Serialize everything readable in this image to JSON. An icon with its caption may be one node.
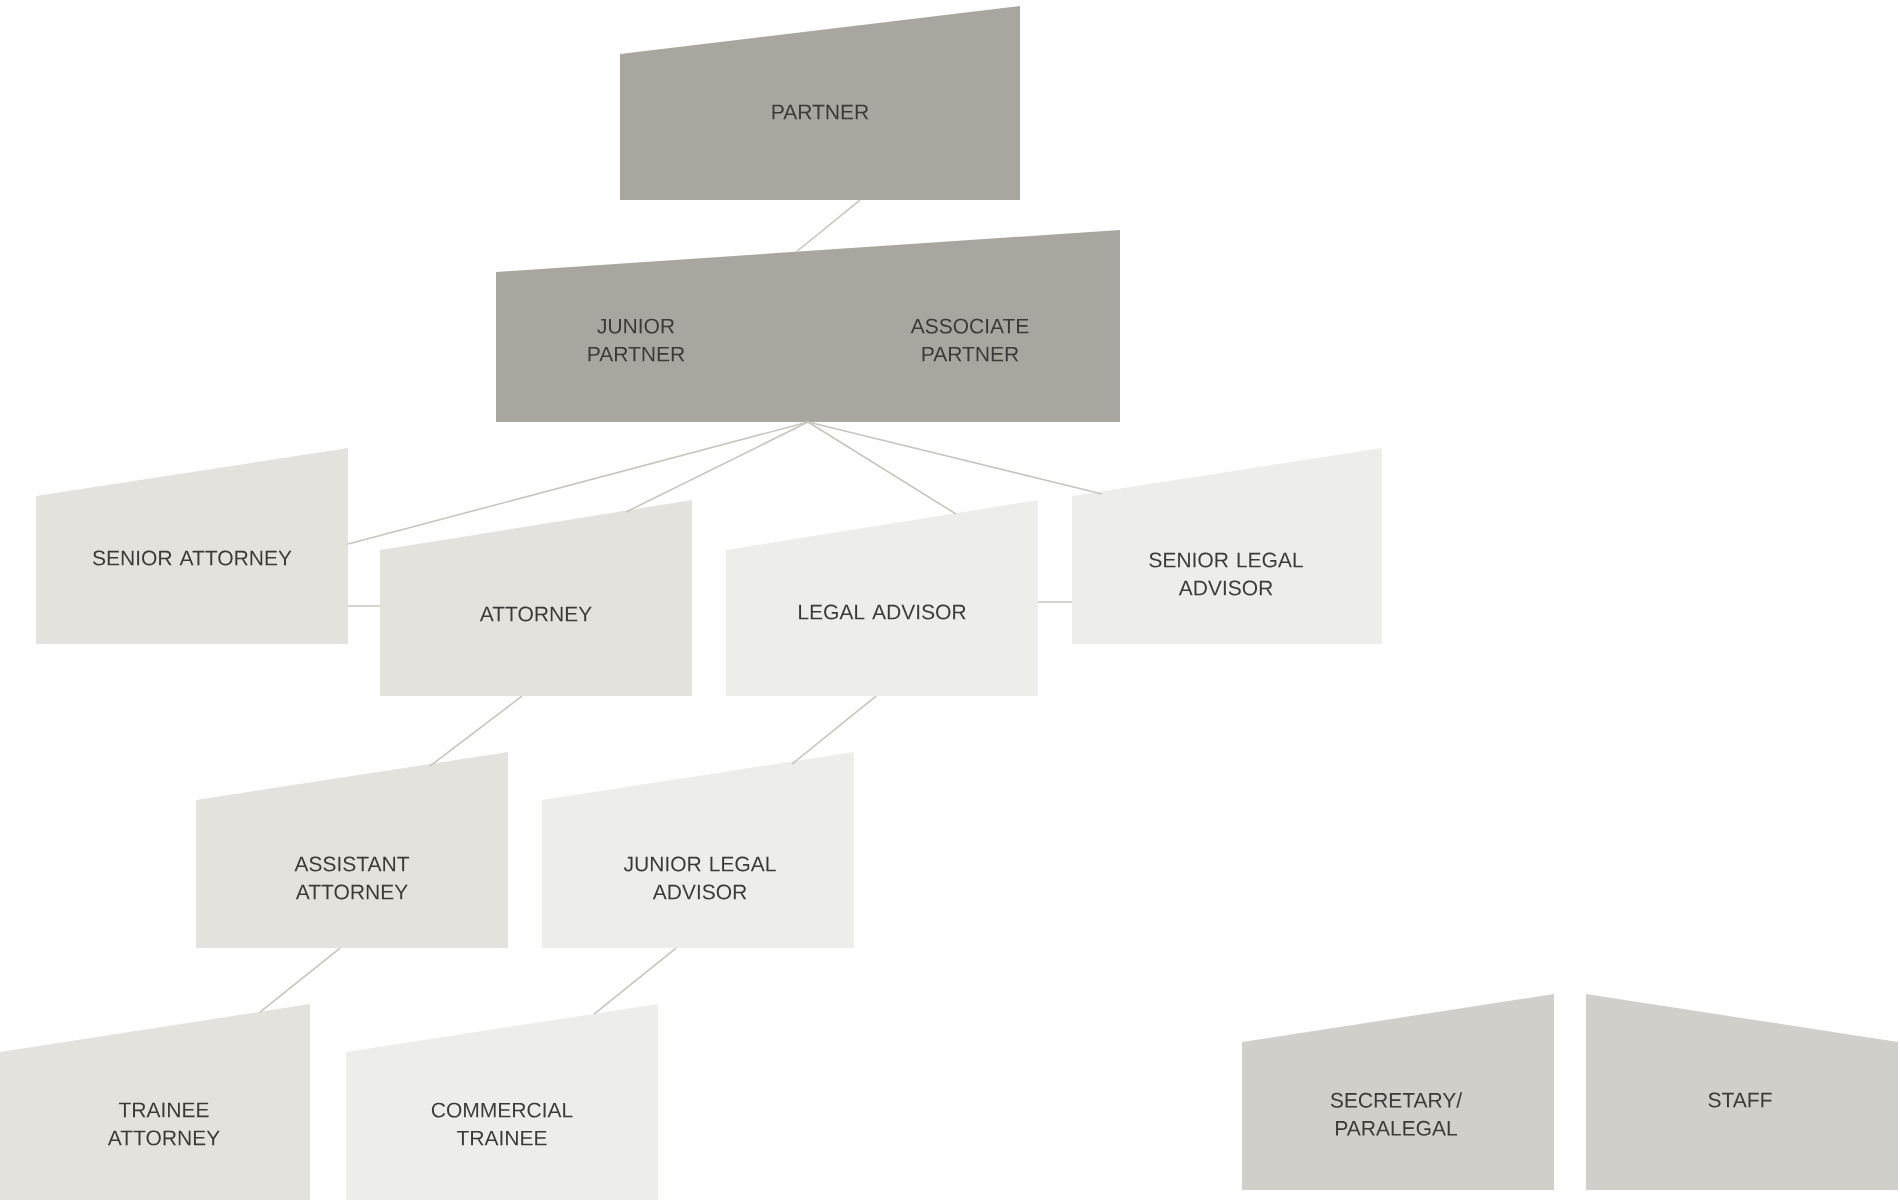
{
  "diagram": {
    "nodes": [
      {
        "text": [
          "PARTNER"
        ]
      },
      {
        "text": [
          "JUNIOR PARTNER",
          "ASSOCIATE PARTNER"
        ]
      },
      {
        "text": [
          "SENIOR ATTORNEY"
        ]
      },
      {
        "text": [
          "ATTORNEY"
        ]
      },
      {
        "text": [
          "LEGAL ADVISOR"
        ]
      },
      {
        "text": [
          "SENIOR LEGAL ADVISOR"
        ]
      },
      {
        "text": [
          "ASSISTANT ATTORNEY"
        ]
      },
      {
        "text": [
          "JUNIOR LEGAL ADVISOR"
        ]
      },
      {
        "text": [
          "TRAINEE ATTORNEY"
        ]
      },
      {
        "text": [
          "COMMERCIAL TRAINEE"
        ]
      },
      {
        "text": [
          "SECRETARY/ PARALEGAL"
        ]
      },
      {
        "text": [
          "STAFF"
        ]
      }
    ],
    "edges": [
      {
        "from": 0,
        "to": 1,
        "arrow": "none"
      },
      {
        "from": 1,
        "to": 2,
        "arrow": "none"
      },
      {
        "from": 1,
        "to": 3,
        "arrow": "none"
      },
      {
        "from": 1,
        "to": 4,
        "arrow": "none"
      },
      {
        "from": 1,
        "to": 5,
        "arrow": "none"
      },
      {
        "from": 2,
        "to": 3,
        "arrow": "none"
      },
      {
        "from": 4,
        "to": 5,
        "arrow": "none"
      },
      {
        "from": 3,
        "to": 6,
        "arrow": "none"
      },
      {
        "from": 4,
        "to": 7,
        "arrow": "none"
      },
      {
        "from": 6,
        "to": 8,
        "arrow": "none"
      },
      {
        "from": 7,
        "to": 9,
        "arrow": "none"
      }
    ]
  }
}
